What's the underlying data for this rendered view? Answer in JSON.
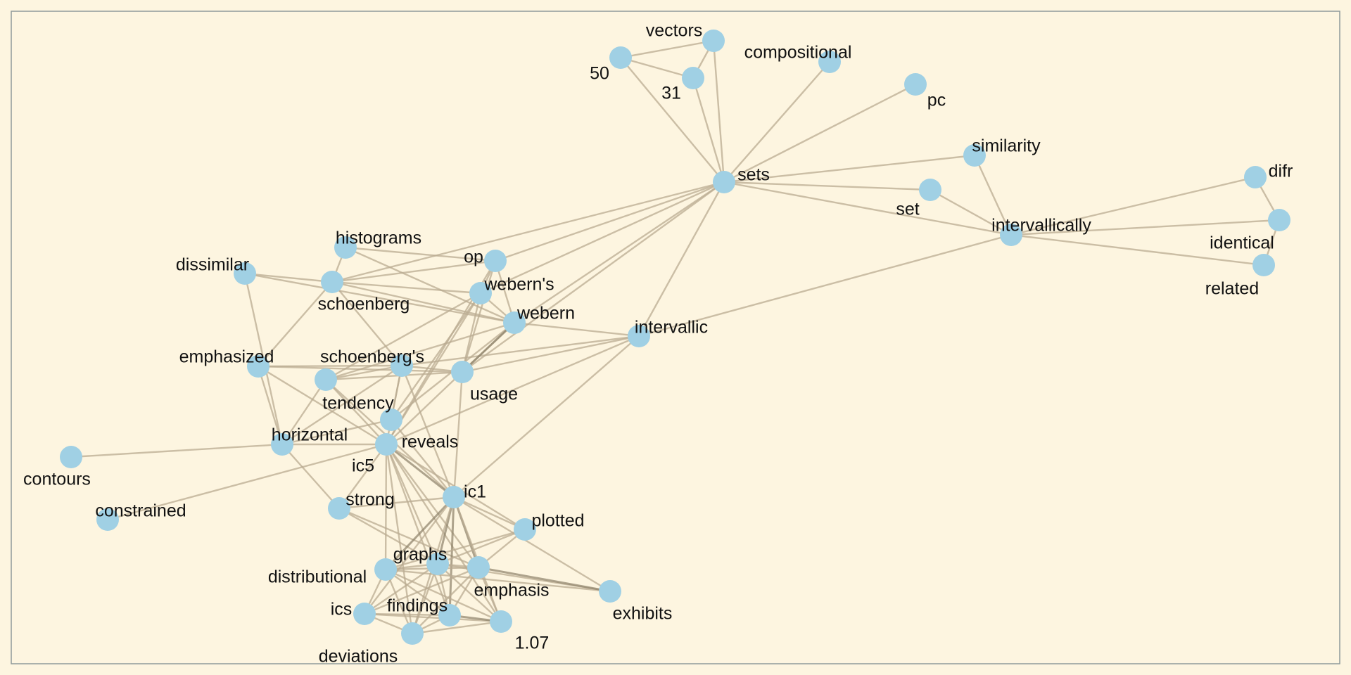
{
  "graph": {
    "colors": {
      "background": "#fdf5e0",
      "frame": "#8f9a9a",
      "node": "#a0d0e4",
      "edge": "#b9ab91"
    },
    "nodes": [
      {
        "id": "vectors",
        "label": "vectors"
      },
      {
        "id": "50",
        "label": "50"
      },
      {
        "id": "31",
        "label": "31"
      },
      {
        "id": "compositional",
        "label": "compositional"
      },
      {
        "id": "pc",
        "label": "pc"
      },
      {
        "id": "similarity",
        "label": "similarity"
      },
      {
        "id": "sets",
        "label": "sets"
      },
      {
        "id": "set",
        "label": "set"
      },
      {
        "id": "difr",
        "label": "difr"
      },
      {
        "id": "intervallically",
        "label": "intervallically"
      },
      {
        "id": "identical",
        "label": "identical"
      },
      {
        "id": "related",
        "label": "related"
      },
      {
        "id": "histograms",
        "label": "histograms"
      },
      {
        "id": "op",
        "label": "op"
      },
      {
        "id": "dissimilar",
        "label": "dissimilar"
      },
      {
        "id": "schoenberg",
        "label": "schoenberg"
      },
      {
        "id": "weberns",
        "label": "webern's"
      },
      {
        "id": "webern",
        "label": "webern"
      },
      {
        "id": "intervallic",
        "label": "intervallic"
      },
      {
        "id": "emphasized",
        "label": "emphasized"
      },
      {
        "id": "schoenbergs",
        "label": "schoenberg's"
      },
      {
        "id": "usage",
        "label": "usage"
      },
      {
        "id": "tendency",
        "label": "tendency"
      },
      {
        "id": "horizontal",
        "label": "horizontal"
      },
      {
        "id": "reveals",
        "label": "reveals"
      },
      {
        "id": "ic5",
        "label": "ic5"
      },
      {
        "id": "contours",
        "label": "contours"
      },
      {
        "id": "constrained",
        "label": "constrained"
      },
      {
        "id": "strong",
        "label": "strong"
      },
      {
        "id": "ic1",
        "label": "ic1"
      },
      {
        "id": "plotted",
        "label": "plotted"
      },
      {
        "id": "graphs",
        "label": "graphs"
      },
      {
        "id": "distributional",
        "label": "distributional"
      },
      {
        "id": "emphasis",
        "label": "emphasis"
      },
      {
        "id": "exhibits",
        "label": "exhibits"
      },
      {
        "id": "ics",
        "label": "ics"
      },
      {
        "id": "findings",
        "label": "findings"
      },
      {
        "id": "deviations",
        "label": "deviations"
      },
      {
        "id": "107",
        "label": "1.07"
      }
    ],
    "edges": [
      [
        "50",
        "vectors",
        1
      ],
      [
        "50",
        "31",
        1
      ],
      [
        "vectors",
        "31",
        1
      ],
      [
        "vectors",
        "sets",
        1
      ],
      [
        "31",
        "sets",
        1
      ],
      [
        "50",
        "sets",
        1
      ],
      [
        "compositional",
        "sets",
        1
      ],
      [
        "pc",
        "sets",
        1
      ],
      [
        "similarity",
        "sets",
        1
      ],
      [
        "set",
        "sets",
        1
      ],
      [
        "sets",
        "intervallically",
        1
      ],
      [
        "similarity",
        "intervallically",
        1
      ],
      [
        "set",
        "intervallically",
        1
      ],
      [
        "difr",
        "intervallically",
        1
      ],
      [
        "difr",
        "identical",
        1
      ],
      [
        "identical",
        "intervallically",
        1
      ],
      [
        "related",
        "intervallically",
        1
      ],
      [
        "related",
        "identical",
        1
      ],
      [
        "sets",
        "op",
        1
      ],
      [
        "sets",
        "schoenberg",
        1
      ],
      [
        "sets",
        "weberns",
        1
      ],
      [
        "sets",
        "webern",
        1
      ],
      [
        "sets",
        "intervallic",
        1
      ],
      [
        "sets",
        "usage",
        1
      ],
      [
        "intervallic",
        "intervallically",
        1
      ],
      [
        "histograms",
        "op",
        1
      ],
      [
        "histograms",
        "webern",
        1
      ],
      [
        "histograms",
        "schoenberg",
        1
      ],
      [
        "dissimilar",
        "schoenberg",
        1
      ],
      [
        "dissimilar",
        "webern",
        1
      ],
      [
        "dissimilar",
        "horizontal",
        1
      ],
      [
        "schoenberg",
        "op",
        1
      ],
      [
        "schoenberg",
        "weberns",
        1
      ],
      [
        "schoenberg",
        "webern",
        1
      ],
      [
        "schoenberg",
        "schoenbergs",
        1
      ],
      [
        "schoenberg",
        "emphasized",
        1
      ],
      [
        "op",
        "weberns",
        1
      ],
      [
        "op",
        "webern",
        1
      ],
      [
        "op",
        "usage",
        1
      ],
      [
        "op",
        "ic5",
        1
      ],
      [
        "weberns",
        "webern",
        1
      ],
      [
        "weberns",
        "usage",
        1
      ],
      [
        "weberns",
        "tendency",
        1
      ],
      [
        "weberns",
        "reveals",
        1
      ],
      [
        "weberns",
        "ic5",
        1
      ],
      [
        "webern",
        "intervallic",
        1
      ],
      [
        "webern",
        "usage",
        1
      ],
      [
        "webern",
        "reveals",
        1
      ],
      [
        "webern",
        "tendency",
        1
      ],
      [
        "intervallic",
        "schoenbergs",
        1
      ],
      [
        "intervallic",
        "usage",
        1
      ],
      [
        "intervallic",
        "ic5",
        1
      ],
      [
        "intervallic",
        "ic1",
        1
      ],
      [
        "emphasized",
        "schoenbergs",
        1
      ],
      [
        "emphasized",
        "usage",
        1
      ],
      [
        "emphasized",
        "horizontal",
        1
      ],
      [
        "emphasized",
        "ic5",
        1
      ],
      [
        "schoenbergs",
        "usage",
        1
      ],
      [
        "schoenbergs",
        "tendency",
        1
      ],
      [
        "schoenbergs",
        "horizontal",
        1
      ],
      [
        "schoenbergs",
        "reveals",
        1
      ],
      [
        "schoenbergs",
        "ic1",
        1
      ],
      [
        "schoenbergs",
        "ic5",
        1
      ],
      [
        "usage",
        "ic5",
        1
      ],
      [
        "usage",
        "ic1",
        1
      ],
      [
        "usage",
        "webern",
        2
      ],
      [
        "usage",
        "tendency",
        1
      ],
      [
        "tendency",
        "ic5",
        1
      ],
      [
        "tendency",
        "horizontal",
        1
      ],
      [
        "tendency",
        "ic1",
        1
      ],
      [
        "horizontal",
        "ic5",
        1
      ],
      [
        "horizontal",
        "reveals",
        1
      ],
      [
        "horizontal",
        "contours",
        1
      ],
      [
        "horizontal",
        "strong",
        1
      ],
      [
        "ic5",
        "constrained",
        1
      ],
      [
        "ic5",
        "strong",
        1
      ],
      [
        "ic5",
        "ic1",
        2
      ],
      [
        "ic5",
        "graphs",
        1
      ],
      [
        "ic5",
        "distributional",
        1
      ],
      [
        "ic5",
        "emphasis",
        1
      ],
      [
        "ic5",
        "findings",
        1
      ],
      [
        "ic5",
        "107",
        1
      ],
      [
        "ic5",
        "plotted",
        1
      ],
      [
        "ic5",
        "deviations",
        1
      ],
      [
        "reveals",
        "ic1",
        1
      ],
      [
        "strong",
        "ic1",
        1
      ],
      [
        "strong",
        "graphs",
        1
      ],
      [
        "strong",
        "emphasis",
        1
      ],
      [
        "ic1",
        "plotted",
        1
      ],
      [
        "ic1",
        "graphs",
        2
      ],
      [
        "ic1",
        "distributional",
        2
      ],
      [
        "ic1",
        "emphasis",
        2
      ],
      [
        "ic1",
        "findings",
        2
      ],
      [
        "ic1",
        "deviations",
        1
      ],
      [
        "ic1",
        "ics",
        1
      ],
      [
        "ic1",
        "107",
        1
      ],
      [
        "ic1",
        "exhibits",
        1
      ],
      [
        "plotted",
        "graphs",
        1
      ],
      [
        "plotted",
        "distributional",
        1
      ],
      [
        "plotted",
        "emphasis",
        1
      ],
      [
        "graphs",
        "distributional",
        1
      ],
      [
        "graphs",
        "emphasis",
        1
      ],
      [
        "graphs",
        "findings",
        1
      ],
      [
        "graphs",
        "deviations",
        1
      ],
      [
        "graphs",
        "ics",
        1
      ],
      [
        "graphs",
        "107",
        1
      ],
      [
        "graphs",
        "exhibits",
        1
      ],
      [
        "distributional",
        "emphasis",
        1
      ],
      [
        "distributional",
        "ics",
        1
      ],
      [
        "distributional",
        "findings",
        1
      ],
      [
        "distributional",
        "deviations",
        1
      ],
      [
        "distributional",
        "107",
        1
      ],
      [
        "distributional",
        "exhibits",
        1
      ],
      [
        "emphasis",
        "findings",
        1
      ],
      [
        "emphasis",
        "107",
        1
      ],
      [
        "emphasis",
        "exhibits",
        2
      ],
      [
        "emphasis",
        "deviations",
        1
      ],
      [
        "emphasis",
        "ics",
        1
      ],
      [
        "ics",
        "findings",
        1
      ],
      [
        "ics",
        "deviations",
        1
      ],
      [
        "ics",
        "107",
        1
      ],
      [
        "findings",
        "deviations",
        1
      ],
      [
        "findings",
        "107",
        2
      ],
      [
        "deviations",
        "107",
        1
      ]
    ]
  }
}
